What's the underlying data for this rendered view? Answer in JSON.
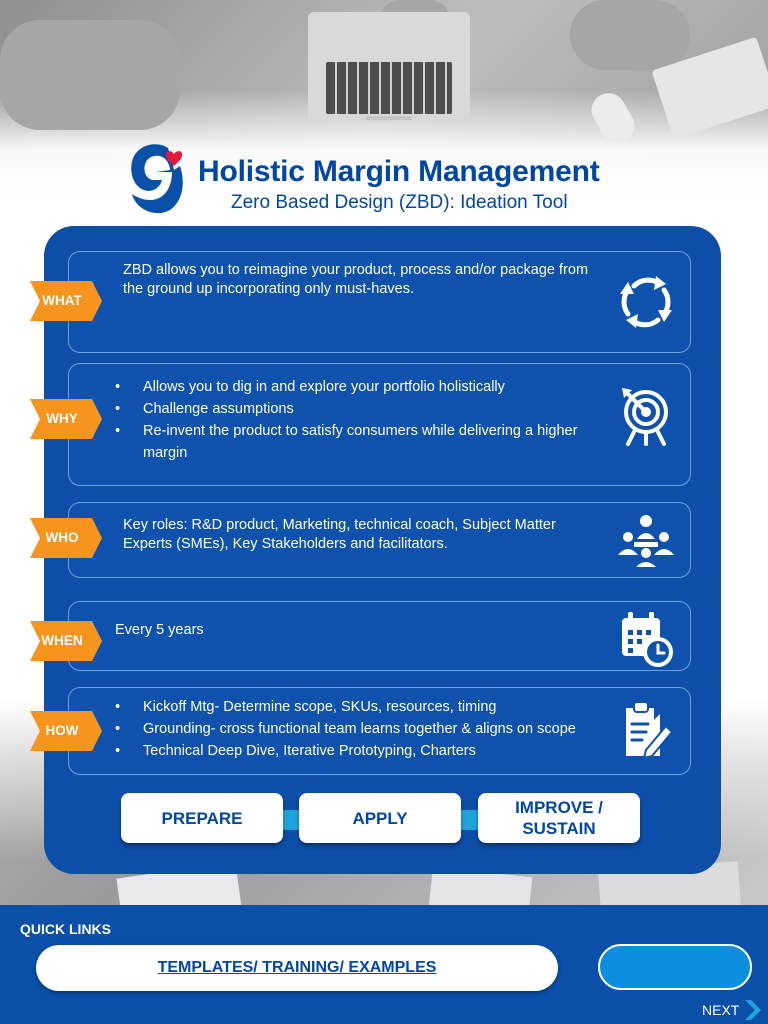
{
  "header": {
    "title": "Holistic Margin Management",
    "subtitle": "Zero Based Design (ZBD): Ideation Tool",
    "logo_icon": "general-mills-g-logo"
  },
  "sections": [
    {
      "tag": "WHAT",
      "text": "ZBD allows you to reimagine your product, process and/or package from the ground up incorporating only must-haves.",
      "icon": "refresh-cycle-icon"
    },
    {
      "tag": "WHY",
      "bullets": [
        "Allows you to dig in and explore your portfolio holistically",
        "Challenge assumptions",
        "Re-invent the product to satisfy consumers while delivering a higher margin"
      ],
      "icon": "target-board-icon"
    },
    {
      "tag": "WHO",
      "text": "Key roles: R&D product, Marketing, technical coach, Subject Matter Experts (SMEs), Key Stakeholders and facilitators.",
      "icon": "team-meeting-icon"
    },
    {
      "tag": "WHEN",
      "text": "Every 5 years",
      "icon": "calendar-clock-icon"
    },
    {
      "tag": "HOW",
      "bullets": [
        "Kickoff Mtg- Determine scope, SKUs, resources, timing",
        "Grounding- cross functional team learns together & aligns on scope",
        "Technical Deep Dive, Iterative Prototyping, Charters"
      ],
      "icon": "clipboard-pencil-icon"
    }
  ],
  "process": {
    "prepare": "PREPARE",
    "apply": "APPLY",
    "improve_line1": "IMPROVE /",
    "improve_line2": "SUSTAIN"
  },
  "footer": {
    "quick_links_label": "QUICK LINKS",
    "link_text": "TEMPLATES/ TRAINING/ EXAMPLES",
    "next_label": "NEXT"
  },
  "colors": {
    "brand_blue": "#0047a5",
    "panel_blue": "#0c4ea8",
    "tag_orange": "#f7941d",
    "connector_cyan": "#1ea3dc"
  }
}
